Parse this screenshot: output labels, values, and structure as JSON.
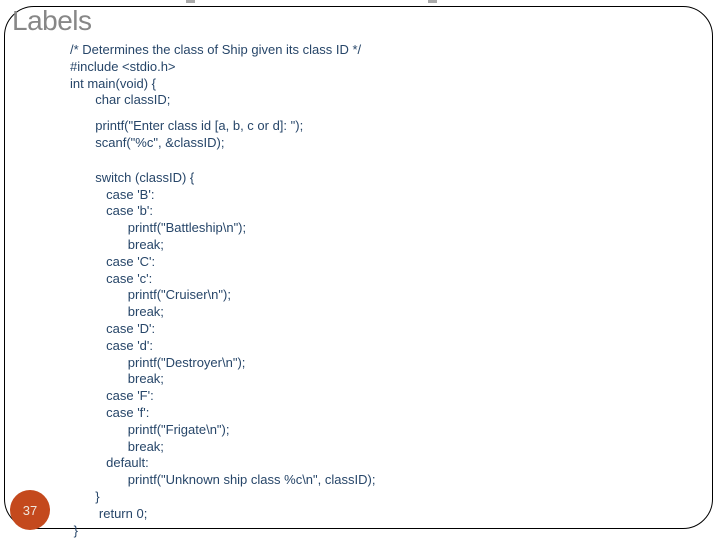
{
  "slide": {
    "title": "Labels",
    "page_number": "37",
    "colors": {
      "badge_background": "#c4491d",
      "badge_text": "#f0e7de",
      "code_text": "#274669",
      "title_text": "#878787",
      "frame_border": "#000000",
      "background": "#ffffff"
    },
    "code": {
      "block1": [
        "/* Determines the class of Ship given its class ID */",
        "#include <stdio.h>",
        "int main(void) {",
        "       char classID;"
      ],
      "block2": [
        "       printf(\"Enter class id [a, b, c or d]: \");",
        "       scanf(\"%c\", &classID);"
      ],
      "block3": [
        "       switch (classID) {",
        "          case 'B':",
        "          case 'b':",
        "                printf(\"Battleship\\n\");",
        "                break;",
        "          case 'C':",
        "          case 'c':",
        "                printf(\"Cruiser\\n\");",
        "                break;",
        "          case 'D':",
        "          case 'd':",
        "                printf(\"Destroyer\\n\");",
        "                break;",
        "          case 'F':",
        "          case 'f':",
        "                printf(\"Frigate\\n\");",
        "                break;",
        "          default:",
        "                printf(\"Unknown ship class %c\\n\", classID);",
        "       }",
        "        return 0;",
        " }"
      ]
    }
  }
}
